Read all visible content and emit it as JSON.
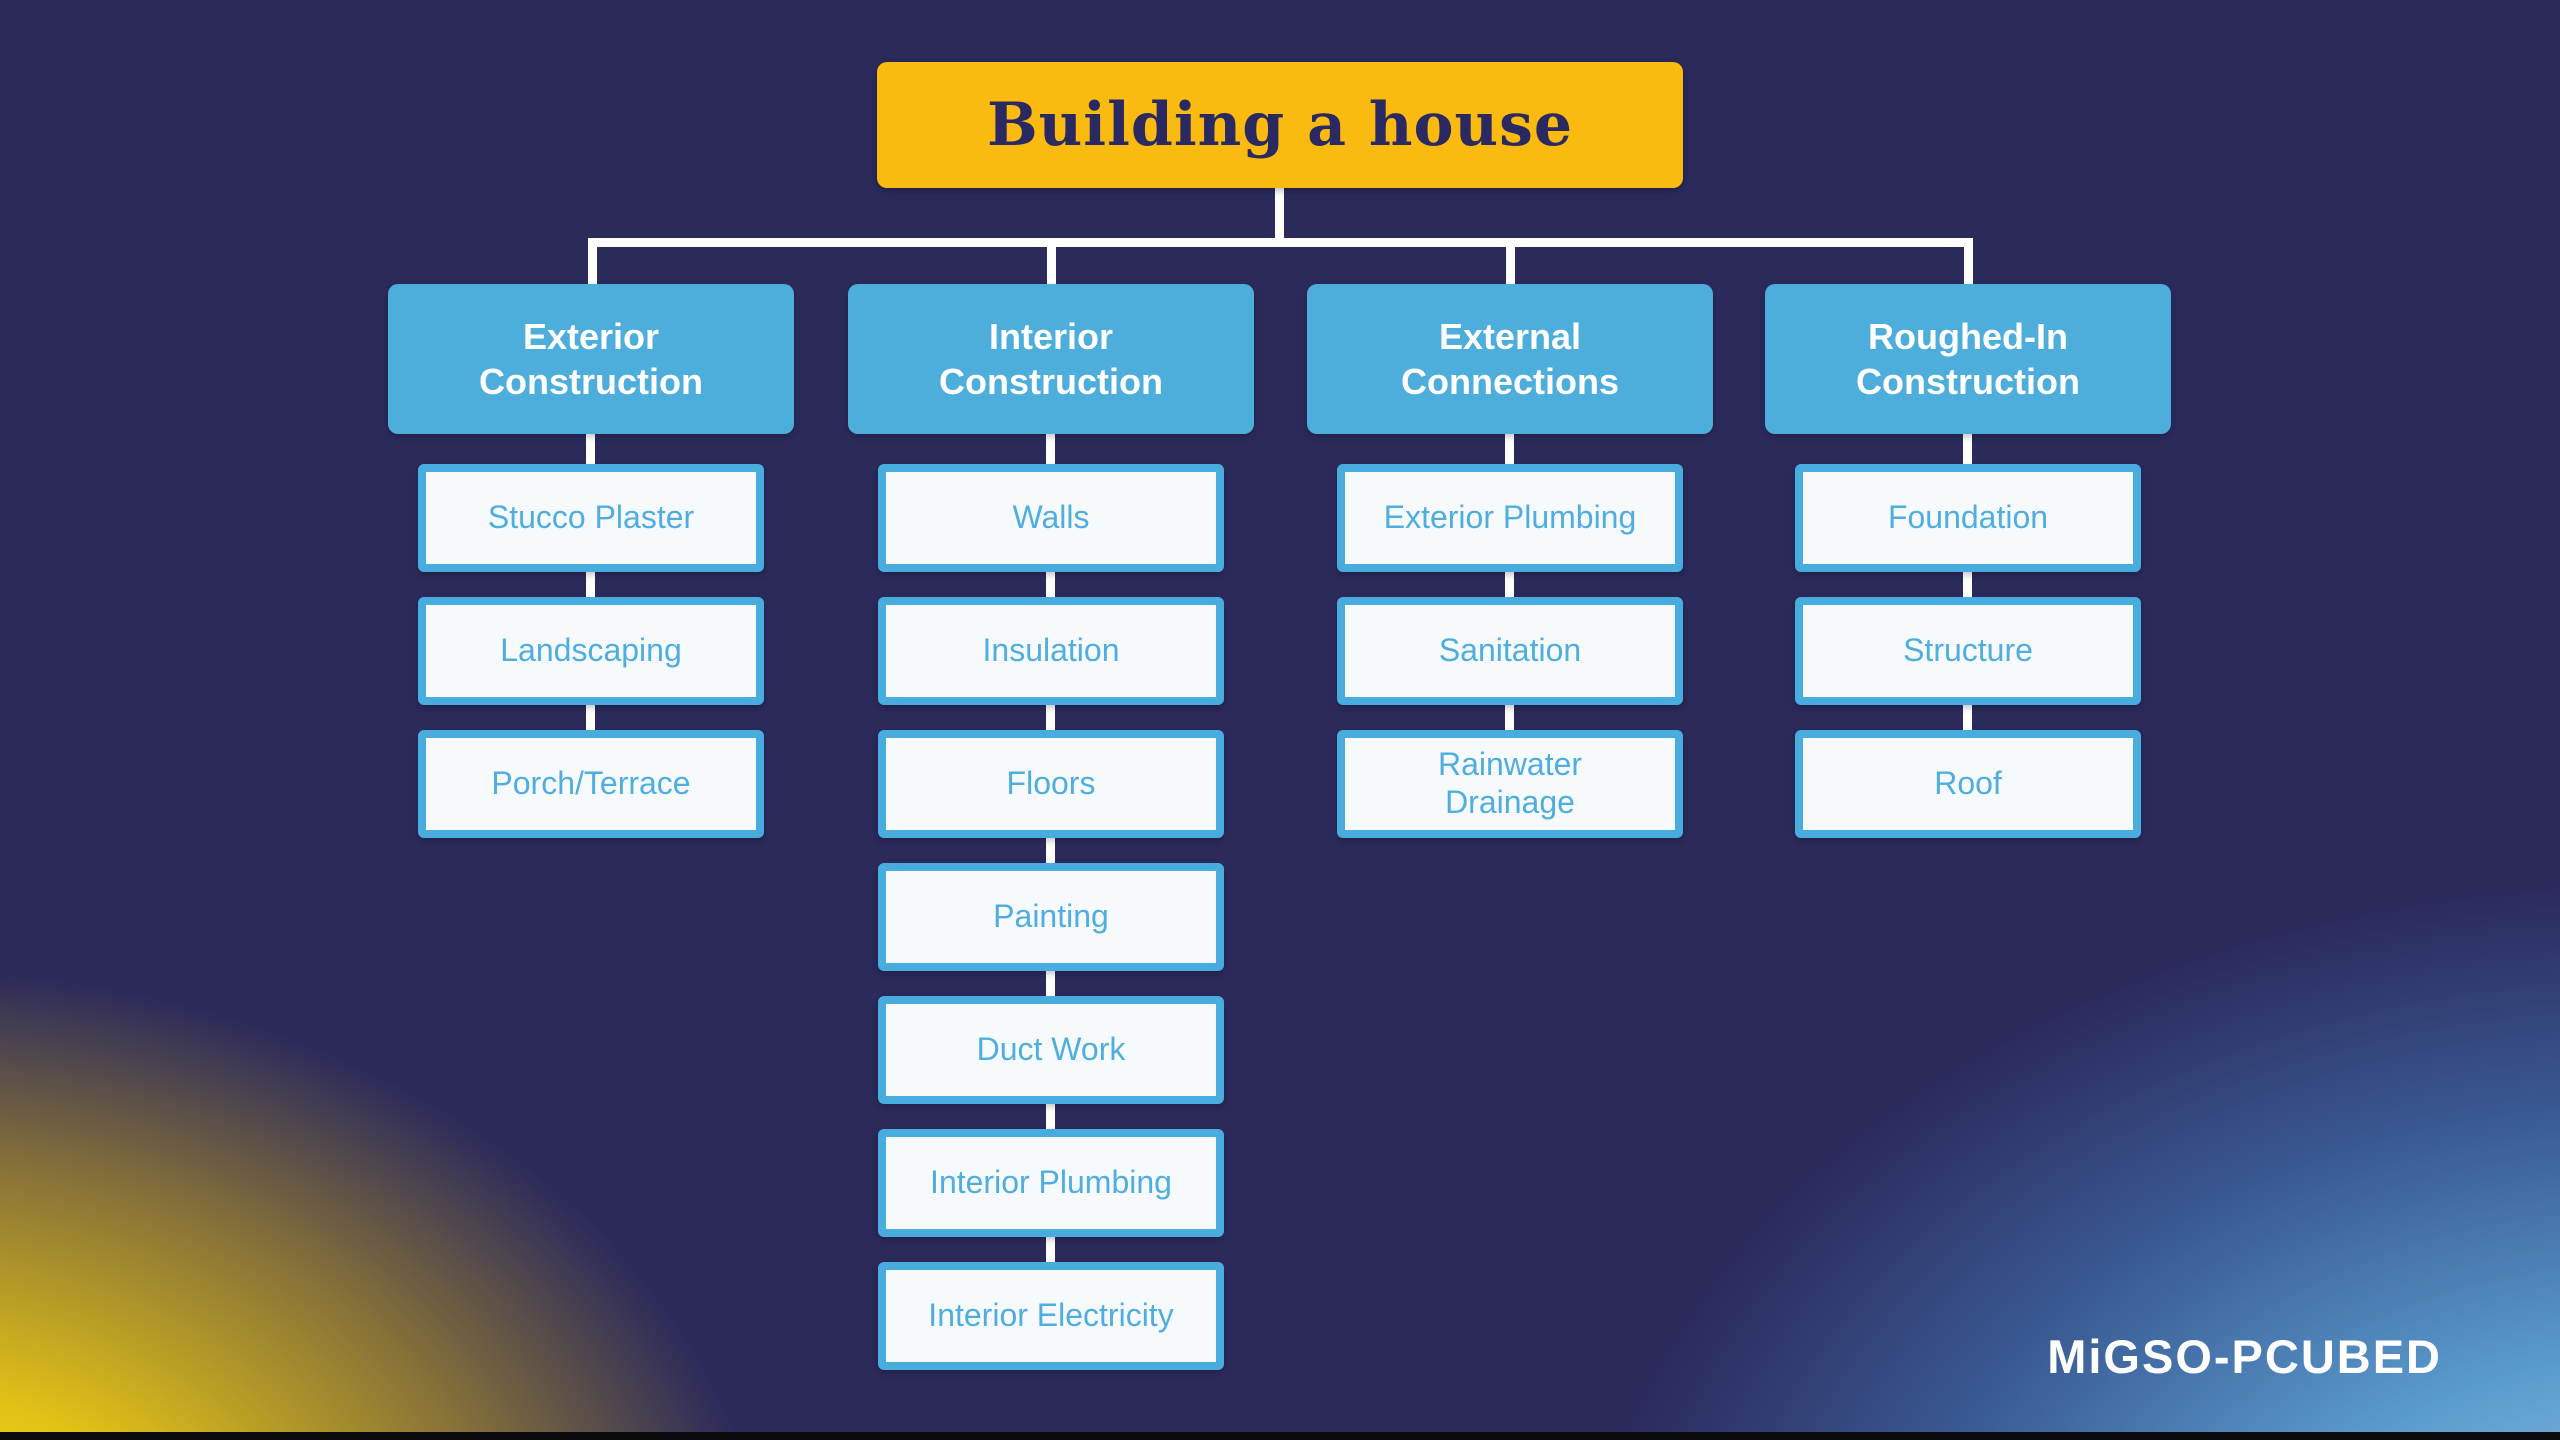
{
  "title": "Building a house",
  "columns": [
    {
      "title": "Exterior\nConstruction",
      "children": [
        "Stucco Plaster",
        "Landscaping",
        "Porch/Terrace"
      ]
    },
    {
      "title": "Interior\nConstruction",
      "children": [
        "Walls",
        "Insulation",
        "Floors",
        "Painting",
        "Duct Work",
        "Interior Plumbing",
        "Interior Electricity"
      ]
    },
    {
      "title": "External\nConnections",
      "children": [
        "Exterior Plumbing",
        "Sanitation",
        "Rainwater\nDrainage"
      ]
    },
    {
      "title": "Roughed-In\nConstruction",
      "children": [
        "Foundation",
        "Structure",
        "Roof"
      ]
    }
  ],
  "brand": "MiGSO-PCUBED",
  "colors": {
    "background_navy": "#2B2A5B",
    "title_fill_yellow": "#FBBA10",
    "title_text_navy": "#2B2961",
    "node_blue": "#4DAEDC",
    "child_fill_white": "#F7FAFD",
    "child_text_blue": "#4FAEDF",
    "connector_white": "#FFFFFF",
    "glow_yellow": "#F2CF10",
    "glow_blue": "#9ED1F0"
  }
}
